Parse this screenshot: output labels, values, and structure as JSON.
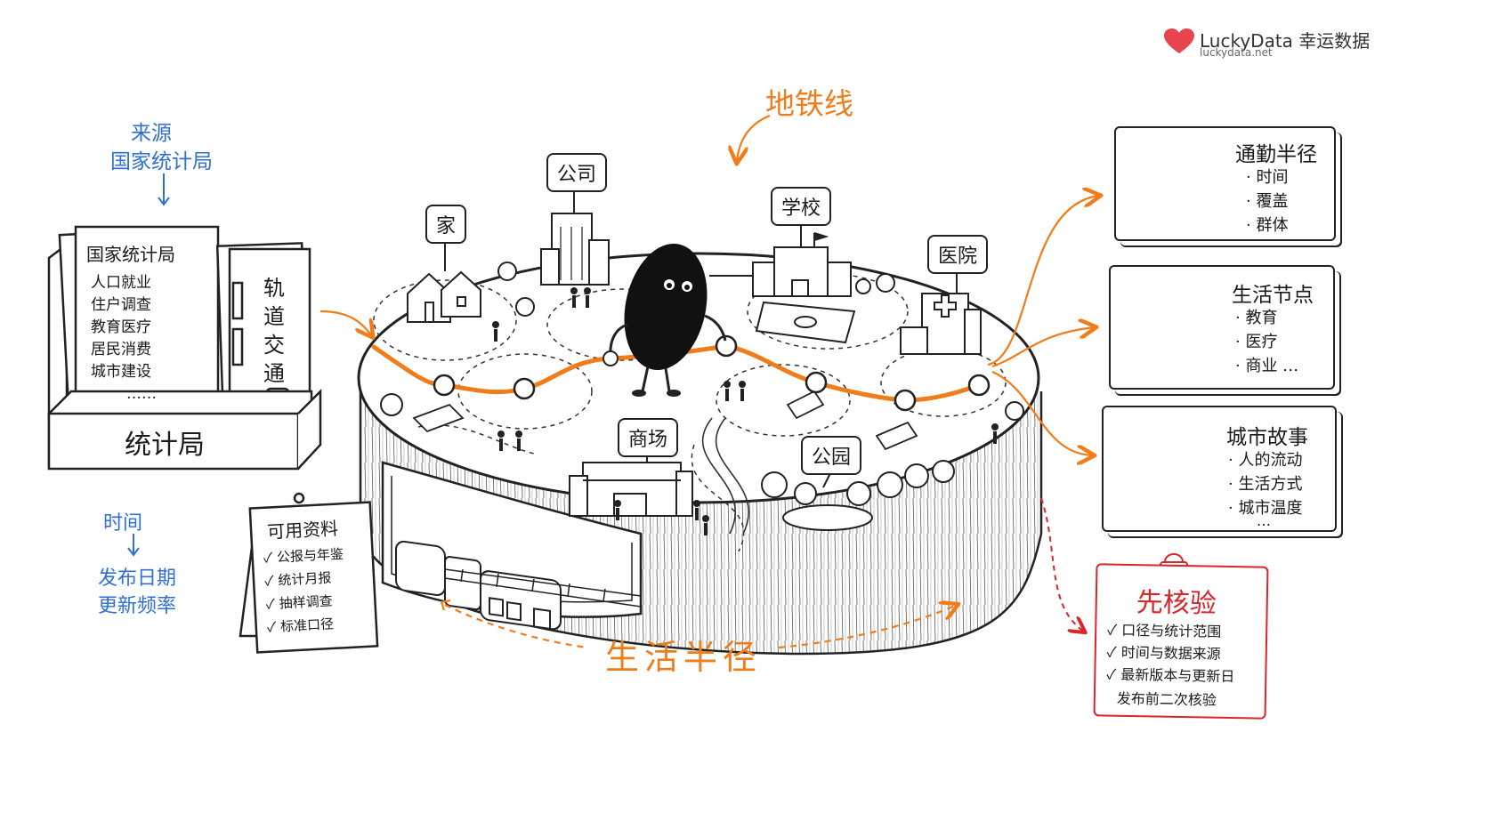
{
  "brand": {
    "name": "LuckyData 幸运数据",
    "url": "luckydata.net",
    "color": "#e8454f"
  },
  "colors": {
    "accent_orange": "#f07c1a",
    "note_blue": "#2f6fd6",
    "alert_red": "#d9262b",
    "ink": "#1a1a1a"
  },
  "source_note": {
    "line1": "来源",
    "line2": "国家统计局"
  },
  "time_note": {
    "line1": "时间",
    "line2": "发布日期",
    "line3": "更新频率"
  },
  "stats_box": {
    "label": "统计局",
    "book_title": "国家统计局",
    "book_items": [
      "人口就业",
      "住户调查",
      "教育医疗",
      "居民消费",
      "城市建设"
    ],
    "book_more": "……",
    "side_book": "轨道交通"
  },
  "materials_sign": {
    "title": "可用资料",
    "items": [
      "公报与年鉴",
      "统计月报",
      "抽样调查",
      "标准口径"
    ]
  },
  "metro_label": "地铁线",
  "living_radius_label": "生活半径",
  "places": {
    "home": "家",
    "company": "公司",
    "school": "学校",
    "hospital": "医院",
    "mall": "商场",
    "park": "公园"
  },
  "cards": {
    "commute": {
      "title": "通勤半径",
      "items": [
        "时间",
        "覆盖",
        "群体"
      ],
      "icon": "train-and-person-icon"
    },
    "nodes": {
      "title": "生活节点",
      "items": [
        "教育",
        "医疗",
        "商业 …"
      ],
      "icon": "map-pins-icon"
    },
    "story": {
      "title": "城市故事",
      "items": [
        "人的流动",
        "生活方式",
        "城市温度"
      ],
      "more": "…",
      "icon": "skyline-icon"
    }
  },
  "verify_card": {
    "title": "先核验",
    "items": [
      "口径与统计范围",
      "时间与数据来源",
      "最新版本与更新日"
    ],
    "last_line": "发布前二次核验",
    "icon": "lock-icon"
  }
}
